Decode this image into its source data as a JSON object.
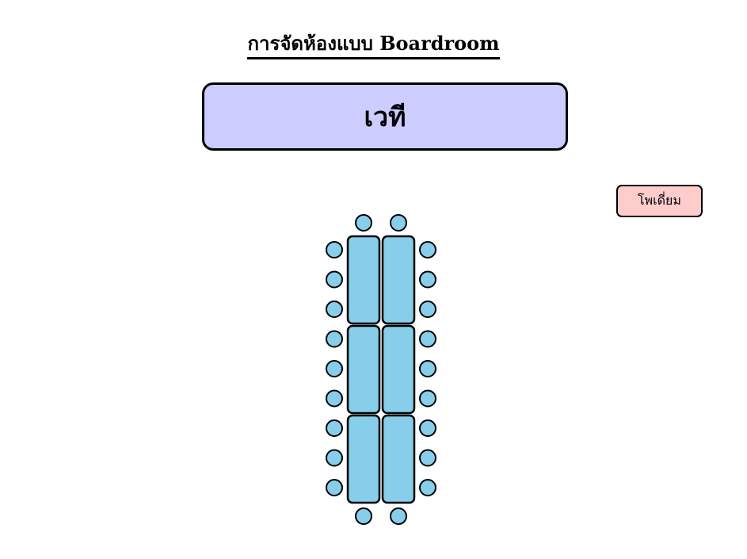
{
  "title": "การจัดห้องแบบ Boardroom",
  "stage_label": "เวที",
  "podium_label": "โพเดี่ยม",
  "colors": {
    "stage_fill": "#ccccff",
    "podium_fill": "#ffcccc",
    "table_fill": "#87ceeb",
    "chair_fill": "#87ceeb",
    "outline": "#000000"
  },
  "layout": {
    "table_columns": 2,
    "table_rows": 3,
    "chairs_per_side_per_table": 3,
    "head_chairs_per_end": 2
  }
}
